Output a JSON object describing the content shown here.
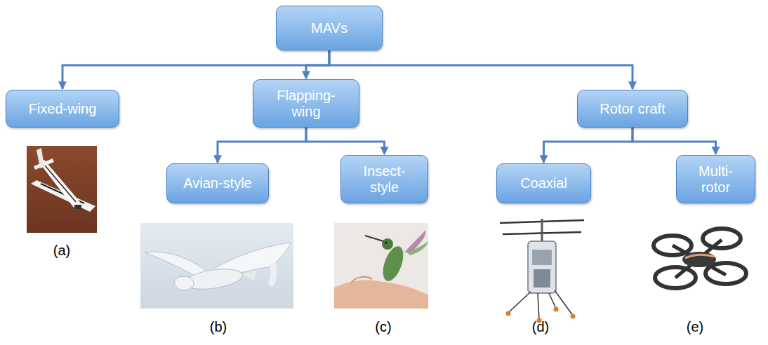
{
  "diagram": {
    "nodes": [
      {
        "text": [
          "MAVs"
        ]
      },
      {
        "text": [
          "Fixed-wing"
        ]
      },
      {
        "text": [
          "Flapping- wing"
        ]
      },
      {
        "text": [
          "Rotor craft"
        ]
      },
      {
        "text": [
          "Avian-style"
        ]
      },
      {
        "text": [
          "Insect- style"
        ]
      },
      {
        "text": [
          "Coaxial"
        ]
      },
      {
        "text": [
          "Multi- rotor"
        ]
      }
    ],
    "edges": [
      {
        "from": 0,
        "to": 1,
        "arrow": "to"
      },
      {
        "from": 0,
        "to": 2,
        "arrow": "to"
      },
      {
        "from": 0,
        "to": 3,
        "arrow": "to"
      },
      {
        "from": 2,
        "to": 4,
        "arrow": "to"
      },
      {
        "from": 2,
        "to": 5,
        "arrow": "to"
      },
      {
        "from": 3,
        "to": 6,
        "arrow": "to"
      },
      {
        "from": 3,
        "to": 7,
        "arrow": "to"
      }
    ],
    "labels": [
      "(a)",
      "(b)",
      "(c)",
      "(d)",
      "(e)"
    ]
  }
}
